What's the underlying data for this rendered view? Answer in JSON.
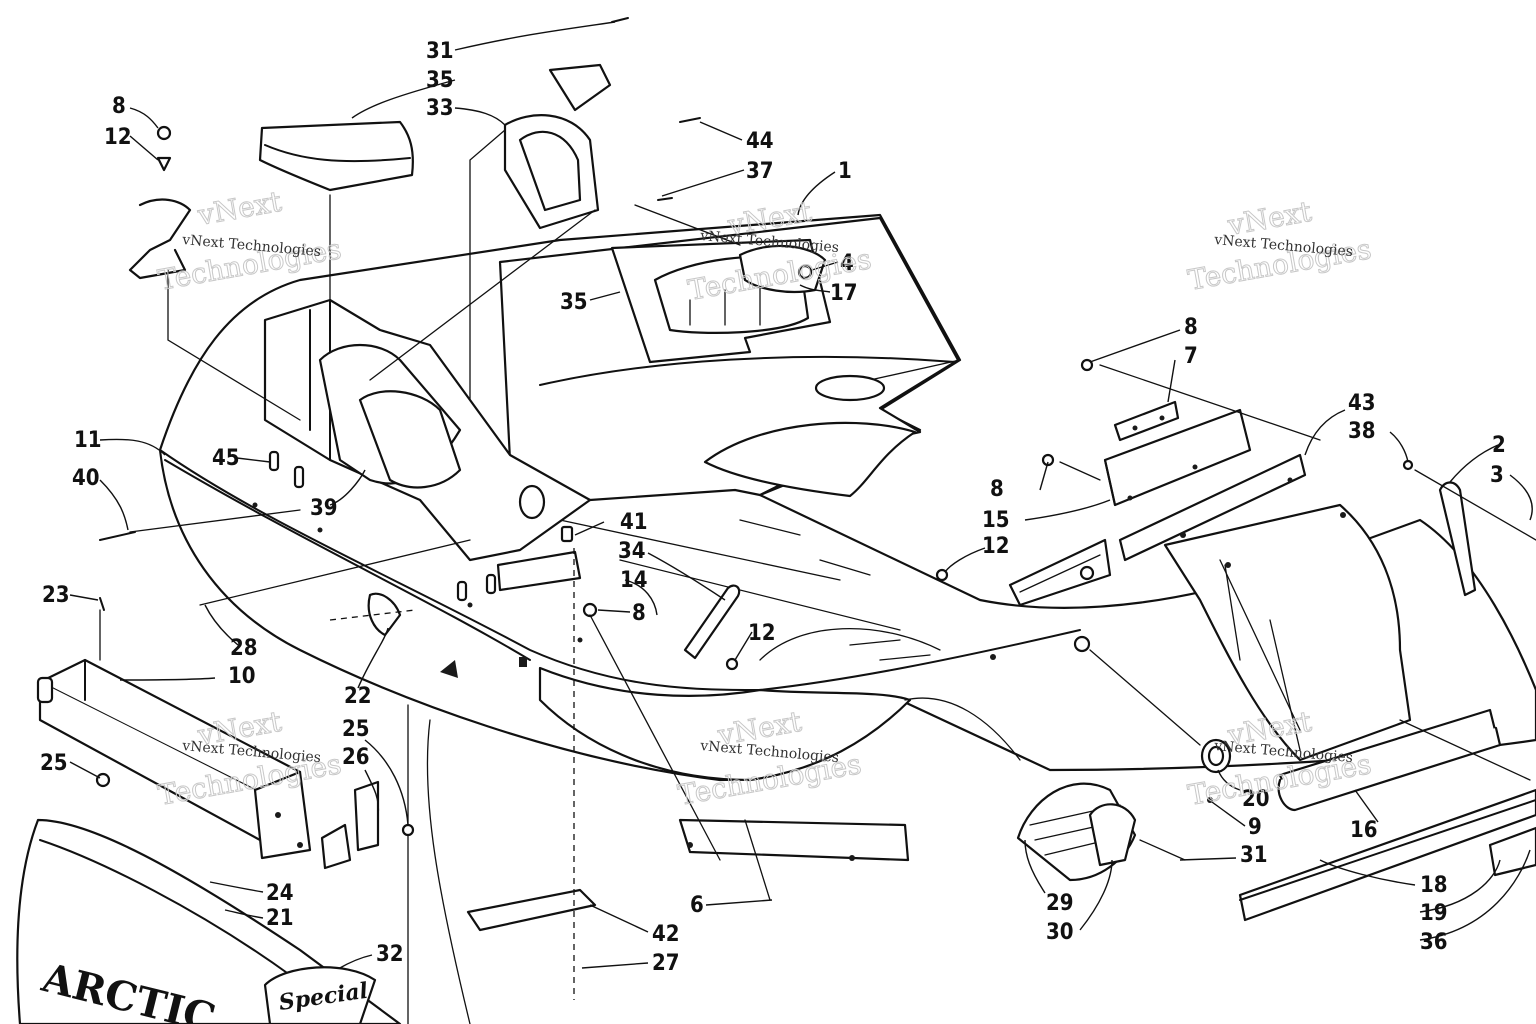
{
  "callouts": [
    {
      "id": "c1",
      "text": "1"
    },
    {
      "id": "c2",
      "text": "2"
    },
    {
      "id": "c3",
      "text": "3"
    },
    {
      "id": "c4",
      "text": "4"
    },
    {
      "id": "c6",
      "text": "6"
    },
    {
      "id": "c7",
      "text": "7"
    },
    {
      "id": "c8a",
      "text": "8"
    },
    {
      "id": "c8b",
      "text": "8"
    },
    {
      "id": "c8c",
      "text": "8"
    },
    {
      "id": "c8d",
      "text": "8"
    },
    {
      "id": "c9",
      "text": "9"
    },
    {
      "id": "c10",
      "text": "10"
    },
    {
      "id": "c11",
      "text": "11"
    },
    {
      "id": "c12a",
      "text": "12"
    },
    {
      "id": "c12b",
      "text": "12"
    },
    {
      "id": "c12c",
      "text": "12"
    },
    {
      "id": "c14",
      "text": "14"
    },
    {
      "id": "c15",
      "text": "15"
    },
    {
      "id": "c16",
      "text": "16"
    },
    {
      "id": "c17",
      "text": "17"
    },
    {
      "id": "c18",
      "text": "18"
    },
    {
      "id": "c19",
      "text": "19"
    },
    {
      "id": "c20",
      "text": "20"
    },
    {
      "id": "c21",
      "text": "21"
    },
    {
      "id": "c22",
      "text": "22"
    },
    {
      "id": "c23",
      "text": "23"
    },
    {
      "id": "c24",
      "text": "24"
    },
    {
      "id": "c25a",
      "text": "25"
    },
    {
      "id": "c25b",
      "text": "25"
    },
    {
      "id": "c26",
      "text": "26"
    },
    {
      "id": "c27",
      "text": "27"
    },
    {
      "id": "c28",
      "text": "28"
    },
    {
      "id": "c29",
      "text": "29"
    },
    {
      "id": "c30",
      "text": "30"
    },
    {
      "id": "c31a",
      "text": "31"
    },
    {
      "id": "c31b",
      "text": "31"
    },
    {
      "id": "c32",
      "text": "32"
    },
    {
      "id": "c33",
      "text": "33"
    },
    {
      "id": "c34",
      "text": "34"
    },
    {
      "id": "c35a",
      "text": "35"
    },
    {
      "id": "c35b",
      "text": "35"
    },
    {
      "id": "c36",
      "text": "36"
    },
    {
      "id": "c37",
      "text": "37"
    },
    {
      "id": "c38",
      "text": "38"
    },
    {
      "id": "c39",
      "text": "39"
    },
    {
      "id": "c40",
      "text": "40"
    },
    {
      "id": "c41",
      "text": "41"
    },
    {
      "id": "c42",
      "text": "42"
    },
    {
      "id": "c43",
      "text": "43"
    },
    {
      "id": "c44",
      "text": "44"
    },
    {
      "id": "c45",
      "text": "45"
    }
  ],
  "watermark": {
    "small": "vNext Technologies",
    "large_line1": "vNext",
    "large_line2": "Technologies"
  },
  "decals": {
    "brand": "ARCTIC",
    "emblem": "Special"
  }
}
